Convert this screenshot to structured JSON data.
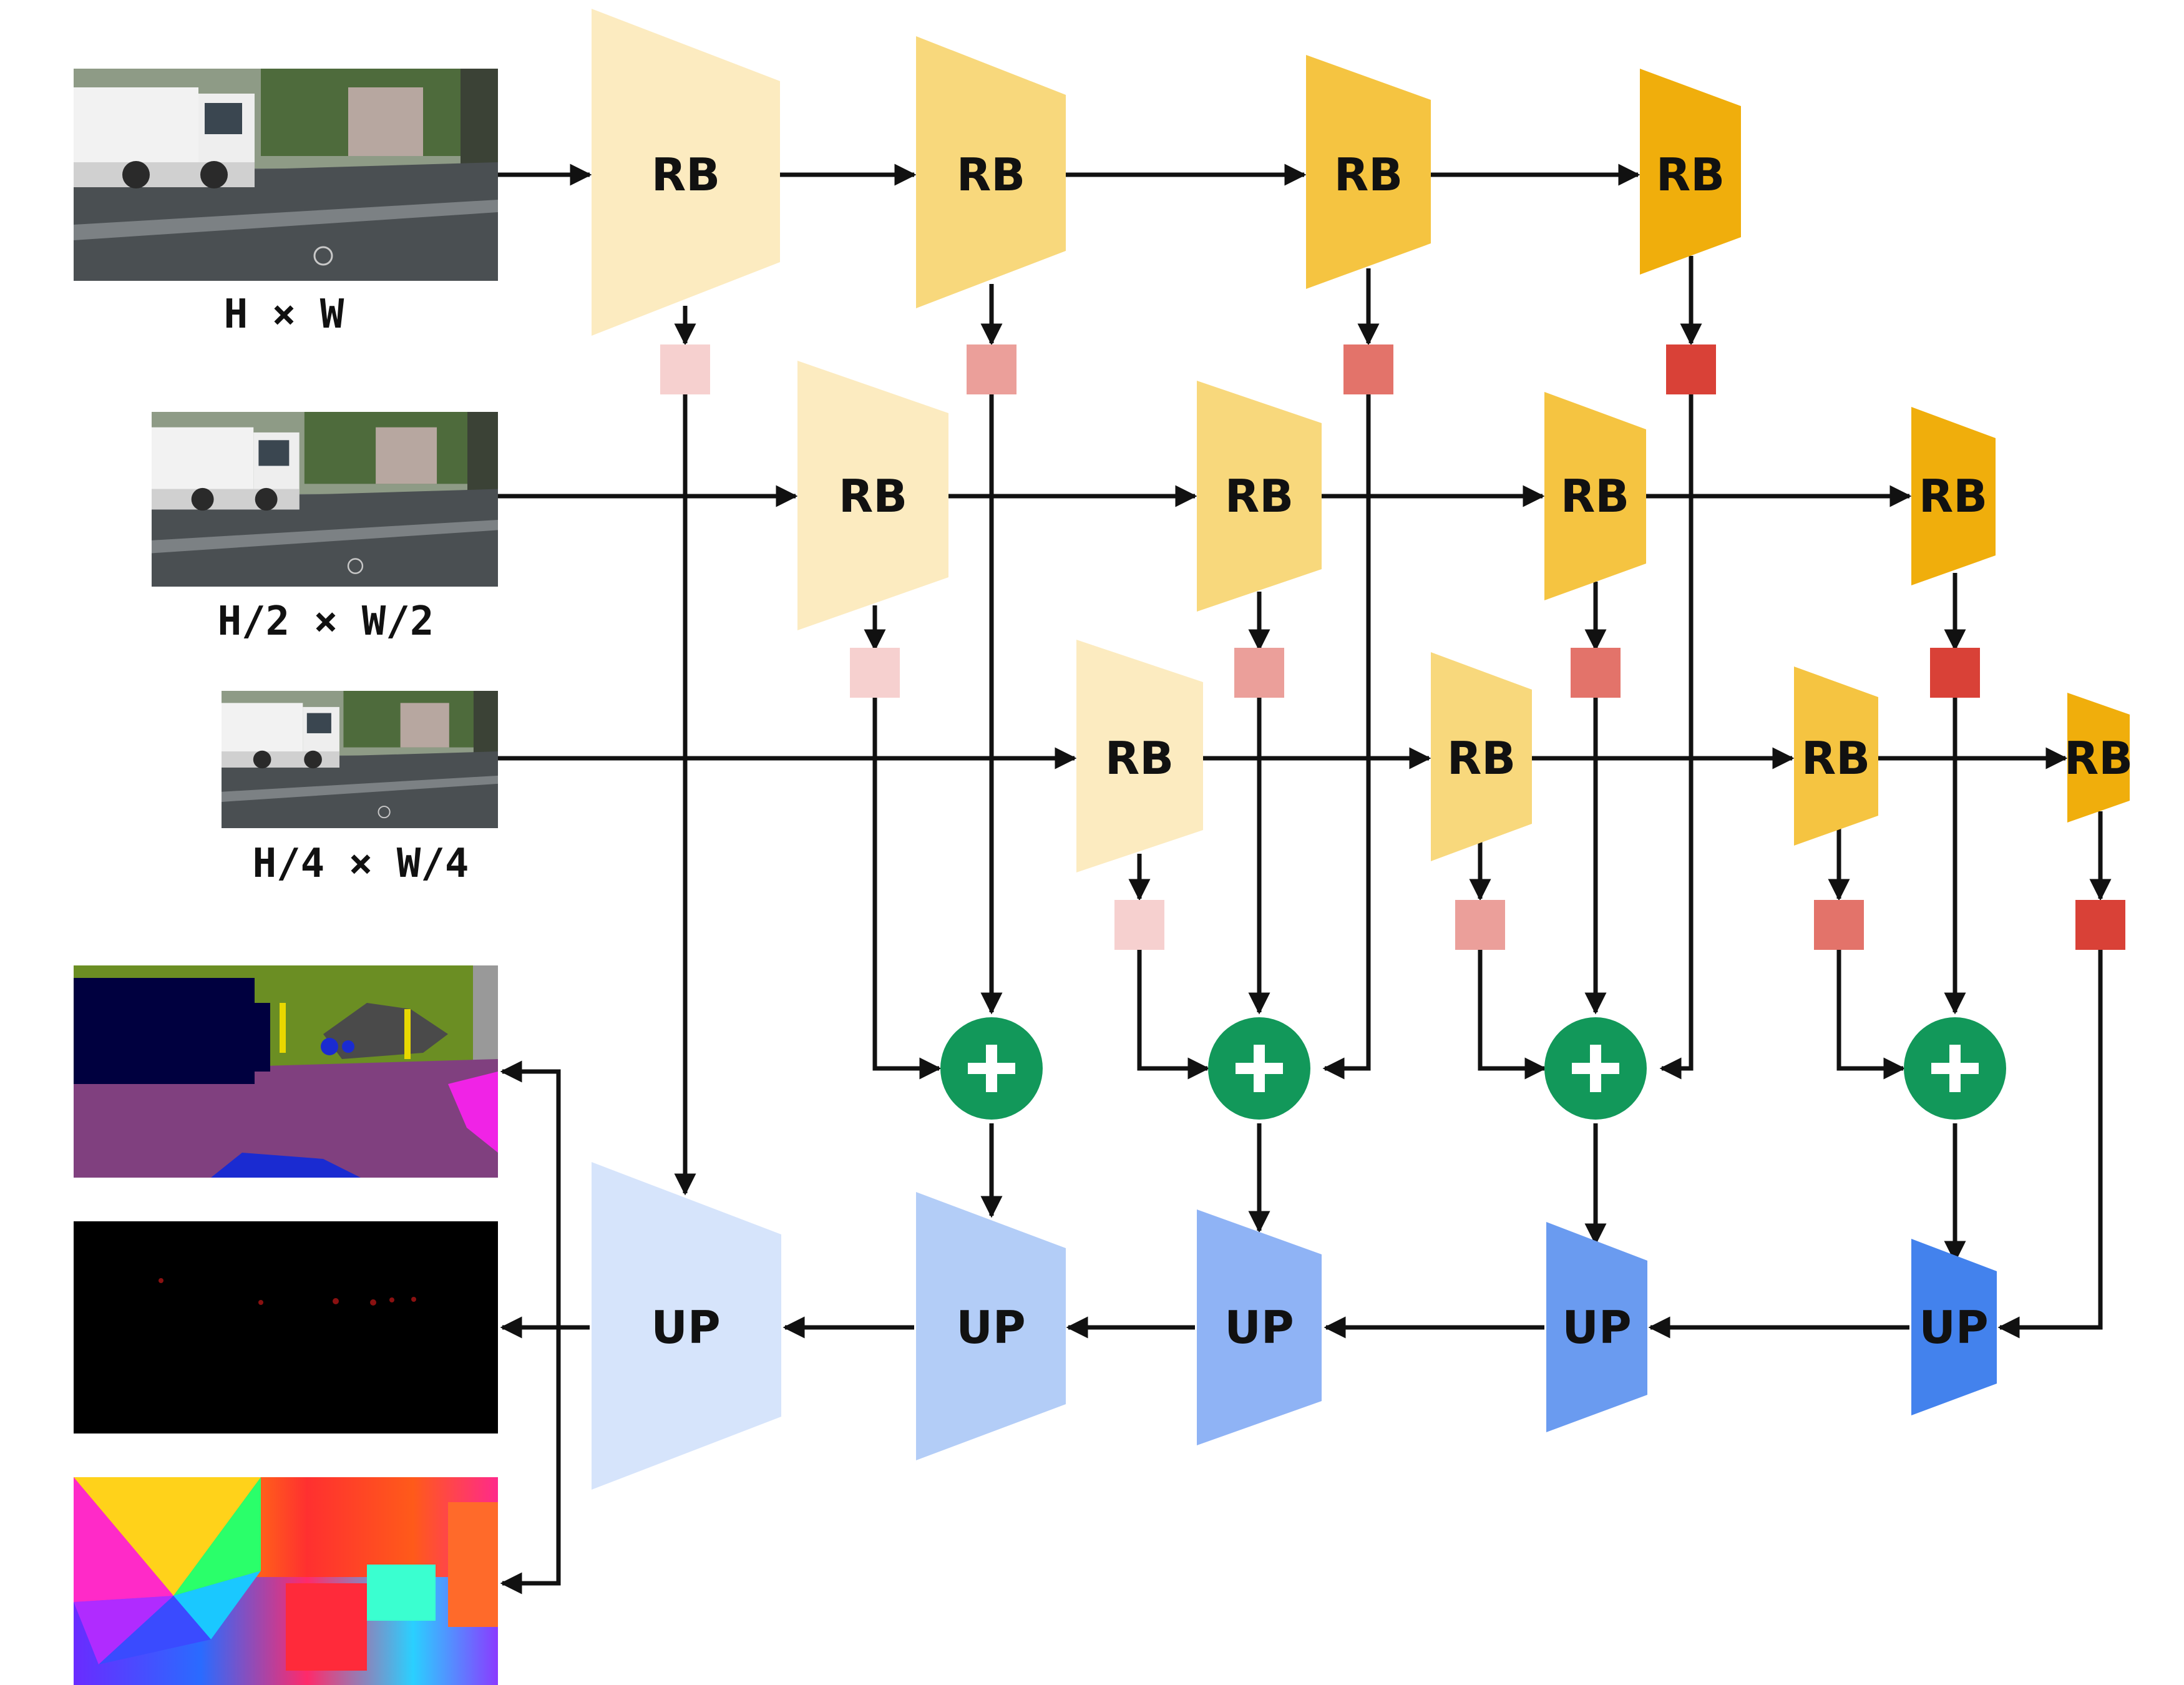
{
  "block_labels": {
    "rb": "RB",
    "up": "UP"
  },
  "scale_labels": [
    "H × W",
    "H/2 × W/2",
    "H/4 × W/4"
  ],
  "colors": {
    "rb_stage": [
      "#fcebc0",
      "#f8d87c",
      "#f5c441",
      "#f0ae0c"
    ],
    "feature_stage": [
      "#f6d0cf",
      "#eb9f9a",
      "#e3736a",
      "#d94137"
    ],
    "up_stage": [
      "#d6e4fb",
      "#b3cdf7",
      "#8fb3f5",
      "#6a9bf0",
      "#4382ed"
    ],
    "fusion": "#12985a",
    "wire": "#111111"
  },
  "icons": {
    "fusion": "plus-circle-icon",
    "inputs": [
      "street-scene-image",
      "street-scene-image",
      "street-scene-image"
    ],
    "outputs": [
      "semantic-segmentation-map",
      "sparse-points-map",
      "optical-flow-map"
    ]
  }
}
